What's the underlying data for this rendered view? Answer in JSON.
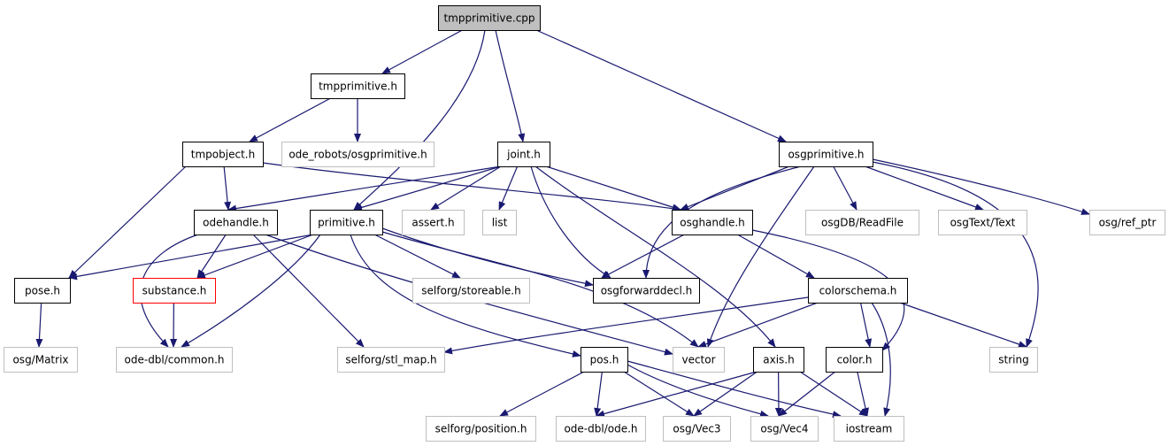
{
  "colors": {
    "edge": "#191970",
    "border_documented": "#000000",
    "border_external": "#bfbfbf",
    "border_undocumented": "#ff0000",
    "fill_root": "#bfbfbf",
    "fill_default": "#ffffff",
    "text": "#000000"
  },
  "nodes": [
    {
      "id": "tmpprimitive_cpp",
      "label": "tmpprimitive.cpp",
      "kind": "root"
    },
    {
      "id": "tmpprimitive_h",
      "label": "tmpprimitive.h",
      "kind": "doc"
    },
    {
      "id": "tmpobject_h",
      "label": "tmpobject.h",
      "kind": "doc"
    },
    {
      "id": "ode_robots_osgprimitive_h",
      "label": "ode_robots/osgprimitive.h",
      "kind": "ext"
    },
    {
      "id": "joint_h",
      "label": "joint.h",
      "kind": "doc"
    },
    {
      "id": "osgprimitive_h",
      "label": "osgprimitive.h",
      "kind": "doc"
    },
    {
      "id": "odehandle_h",
      "label": "odehandle.h",
      "kind": "doc"
    },
    {
      "id": "primitive_h",
      "label": "primitive.h",
      "kind": "doc"
    },
    {
      "id": "assert_h",
      "label": "assert.h",
      "kind": "ext"
    },
    {
      "id": "list",
      "label": "list",
      "kind": "ext"
    },
    {
      "id": "osghandle_h",
      "label": "osghandle.h",
      "kind": "doc"
    },
    {
      "id": "osgDB_ReadFile",
      "label": "osgDB/ReadFile",
      "kind": "ext"
    },
    {
      "id": "osgText_Text",
      "label": "osgText/Text",
      "kind": "ext"
    },
    {
      "id": "osg_ref_ptr",
      "label": "osg/ref_ptr",
      "kind": "ext"
    },
    {
      "id": "pose_h",
      "label": "pose.h",
      "kind": "doc"
    },
    {
      "id": "substance_h",
      "label": "substance.h",
      "kind": "undoc"
    },
    {
      "id": "selforg_storeable_h",
      "label": "selforg/storeable.h",
      "kind": "ext"
    },
    {
      "id": "osgforwarddecl_h",
      "label": "osgforwarddecl.h",
      "kind": "doc"
    },
    {
      "id": "colorschema_h",
      "label": "colorschema.h",
      "kind": "doc"
    },
    {
      "id": "osg_Matrix",
      "label": "osg/Matrix",
      "kind": "ext"
    },
    {
      "id": "ode_dbl_common_h",
      "label": "ode-dbl/common.h",
      "kind": "ext"
    },
    {
      "id": "selforg_stl_map_h",
      "label": "selforg/stl_map.h",
      "kind": "ext"
    },
    {
      "id": "pos_h",
      "label": "pos.h",
      "kind": "doc"
    },
    {
      "id": "vector",
      "label": "vector",
      "kind": "ext"
    },
    {
      "id": "axis_h",
      "label": "axis.h",
      "kind": "doc"
    },
    {
      "id": "color_h",
      "label": "color.h",
      "kind": "doc"
    },
    {
      "id": "string",
      "label": "string",
      "kind": "ext"
    },
    {
      "id": "selforg_position_h",
      "label": "selforg/position.h",
      "kind": "ext"
    },
    {
      "id": "ode_dbl_ode_h",
      "label": "ode-dbl/ode.h",
      "kind": "ext"
    },
    {
      "id": "osg_Vec3",
      "label": "osg/Vec3",
      "kind": "ext"
    },
    {
      "id": "osg_Vec4",
      "label": "osg/Vec4",
      "kind": "ext"
    },
    {
      "id": "iostream",
      "label": "iostream",
      "kind": "ext"
    }
  ],
  "edges": [
    [
      "tmpprimitive_cpp",
      "tmpprimitive_h"
    ],
    [
      "tmpprimitive_cpp",
      "primitive_h"
    ],
    [
      "tmpprimitive_cpp",
      "joint_h"
    ],
    [
      "tmpprimitive_cpp",
      "osgprimitive_h"
    ],
    [
      "tmpprimitive_h",
      "tmpobject_h"
    ],
    [
      "tmpprimitive_h",
      "ode_robots_osgprimitive_h"
    ],
    [
      "tmpobject_h",
      "odehandle_h"
    ],
    [
      "tmpobject_h",
      "pose_h"
    ],
    [
      "tmpobject_h",
      "osghandle_h"
    ],
    [
      "joint_h",
      "odehandle_h"
    ],
    [
      "joint_h",
      "primitive_h"
    ],
    [
      "joint_h",
      "assert_h"
    ],
    [
      "joint_h",
      "list"
    ],
    [
      "joint_h",
      "osghandle_h"
    ],
    [
      "joint_h",
      "osgforwarddecl_h"
    ],
    [
      "joint_h",
      "axis_h"
    ],
    [
      "osgprimitive_h",
      "osghandle_h"
    ],
    [
      "osgprimitive_h",
      "osgforwarddecl_h"
    ],
    [
      "osgprimitive_h",
      "vector"
    ],
    [
      "osgprimitive_h",
      "osgDB_ReadFile"
    ],
    [
      "osgprimitive_h",
      "osgText_Text"
    ],
    [
      "osgprimitive_h",
      "osg_ref_ptr"
    ],
    [
      "osgprimitive_h",
      "string"
    ],
    [
      "odehandle_h",
      "substance_h"
    ],
    [
      "odehandle_h",
      "ode_dbl_common_h"
    ],
    [
      "odehandle_h",
      "selforg_stl_map_h"
    ],
    [
      "odehandle_h",
      "vector"
    ],
    [
      "primitive_h",
      "pose_h"
    ],
    [
      "primitive_h",
      "substance_h"
    ],
    [
      "primitive_h",
      "ode_dbl_common_h"
    ],
    [
      "primitive_h",
      "selforg_storeable_h"
    ],
    [
      "primitive_h",
      "osgforwarddecl_h"
    ],
    [
      "primitive_h",
      "pos_h"
    ],
    [
      "primitive_h",
      "vector"
    ],
    [
      "osghandle_h",
      "osgforwarddecl_h"
    ],
    [
      "osghandle_h",
      "colorschema_h"
    ],
    [
      "osghandle_h",
      "color_h"
    ],
    [
      "pose_h",
      "osg_Matrix"
    ],
    [
      "substance_h",
      "ode_dbl_common_h"
    ],
    [
      "colorschema_h",
      "selforg_stl_map_h"
    ],
    [
      "colorschema_h",
      "vector"
    ],
    [
      "colorschema_h",
      "color_h"
    ],
    [
      "colorschema_h",
      "string"
    ],
    [
      "colorschema_h",
      "iostream"
    ],
    [
      "pos_h",
      "selforg_position_h"
    ],
    [
      "pos_h",
      "ode_dbl_ode_h"
    ],
    [
      "pos_h",
      "osg_Vec3"
    ],
    [
      "pos_h",
      "osg_Vec4"
    ],
    [
      "pos_h",
      "iostream"
    ],
    [
      "axis_h",
      "ode_dbl_ode_h"
    ],
    [
      "axis_h",
      "osg_Vec3"
    ],
    [
      "axis_h",
      "osg_Vec4"
    ],
    [
      "axis_h",
      "iostream"
    ],
    [
      "color_h",
      "osg_Vec4"
    ],
    [
      "color_h",
      "iostream"
    ]
  ]
}
